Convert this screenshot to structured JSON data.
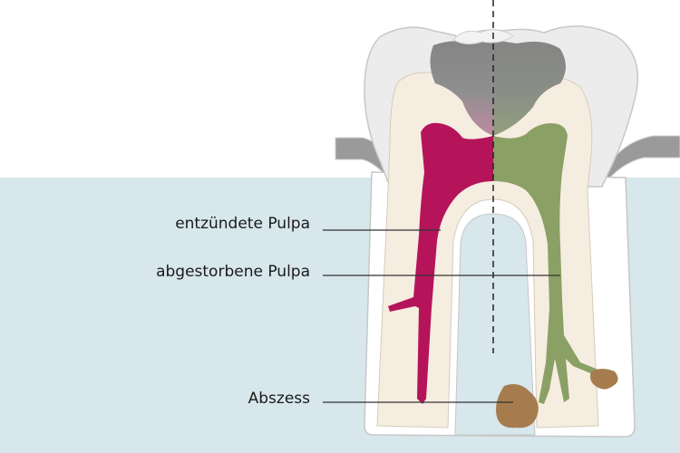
{
  "labels": {
    "inflamed_pulp": "entzündete Pulpa",
    "dead_pulp": "abgestorbene Pulpa",
    "abscess": "Abszess"
  },
  "colors": {
    "background": "#ffffff",
    "gum_tissue": "#d7e7ec",
    "enamel": "#ebebeb",
    "dentin": "#f6ede1",
    "decay": "#8b8b8b",
    "inflamed_pulp": "#b5145b",
    "dead_pulp": "#8ba065",
    "abscess": "#a67c4e",
    "leader_line": "#333333"
  }
}
